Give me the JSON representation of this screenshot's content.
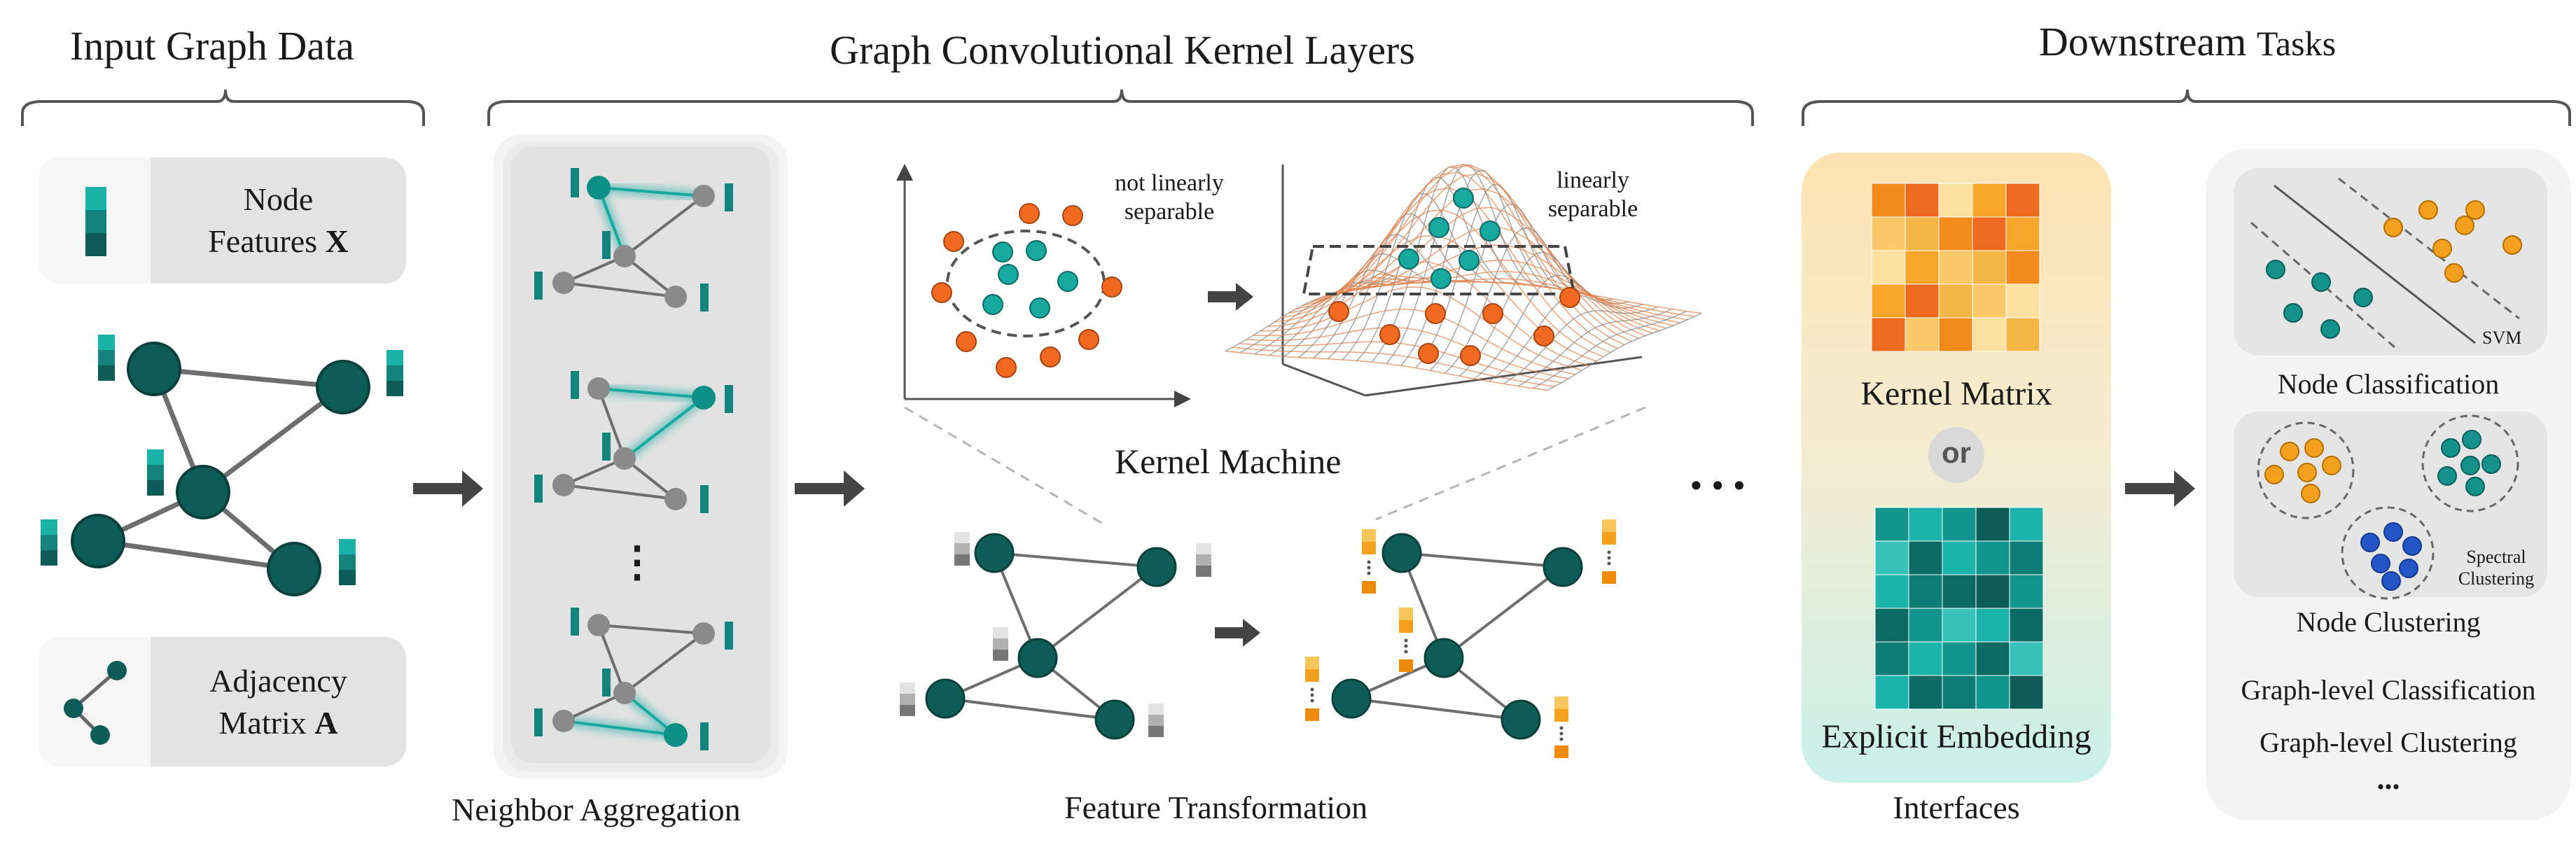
{
  "sections": {
    "input_title": "Input Graph Data",
    "gck_title": "Graph Convolutional Kernel Layers",
    "downstream_title_a": "Downstream",
    "downstream_title_b": "Tasks"
  },
  "input": {
    "node_features_line1": "Node",
    "node_features_line2": "Features",
    "node_features_symbol": "X",
    "adjacency_line1": "Adjacency",
    "adjacency_line2": "Matrix",
    "adjacency_symbol": "A"
  },
  "gck": {
    "neighbor_aggregation": "Neighbor Aggregation",
    "feature_transformation": "Feature Transformation",
    "kernel_machine": "Kernel Machine",
    "not_linearly_1": "not linearly",
    "not_linearly_2": "separable",
    "linearly_1": "linearly",
    "linearly_2": "separable",
    "vdots": "⋮",
    "more_layers": "•••"
  },
  "interfaces": {
    "kernel_matrix": "Kernel Matrix",
    "or": "or",
    "explicit_embedding": "Explicit Embedding",
    "label": "Interfaces"
  },
  "downstream": {
    "svm": "SVM",
    "node_classification": "Node Classification",
    "spectral_1": "Spectral",
    "spectral_2": "Clustering",
    "node_clustering": "Node Clustering",
    "graph_classification": "Graph-level Classification",
    "graph_clustering": "Graph-level Clustering",
    "ellipsis": "..."
  },
  "colors": {
    "teal_dark": "#0e5c57",
    "teal": "#17a8a0",
    "orange": "#f26a21",
    "gold": "#f5a623",
    "blue": "#2456c8",
    "gray": "#808080"
  }
}
